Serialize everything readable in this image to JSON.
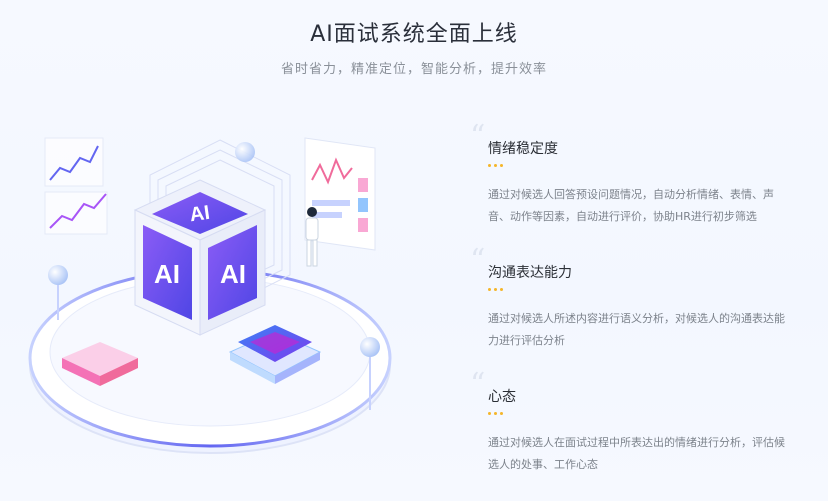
{
  "header": {
    "title": "AI面试系统全面上线",
    "subtitle": "省时省力，精准定位，智能分析，提升效率"
  },
  "illustration": {
    "cube_label": "AI",
    "colors": {
      "primary": "#6a4cf0",
      "accent": "#3b82f6",
      "pink": "#f06b9b",
      "gold": "#f5b62a"
    }
  },
  "features": [
    {
      "title": "情绪稳定度",
      "description": "通过对候选人回答预设问题情况，自动分析情绪、表情、声音、动作等因素，自动进行评价，协助HR进行初步筛选"
    },
    {
      "title": "沟通表达能力",
      "description": "通过对候选人所述内容进行语义分析，对候选人的沟通表达能力进行评估分析"
    },
    {
      "title": "心态",
      "description": "通过对候选人在面试过程中所表达出的情绪进行分析，评估候选人的处事、工作心态"
    }
  ]
}
